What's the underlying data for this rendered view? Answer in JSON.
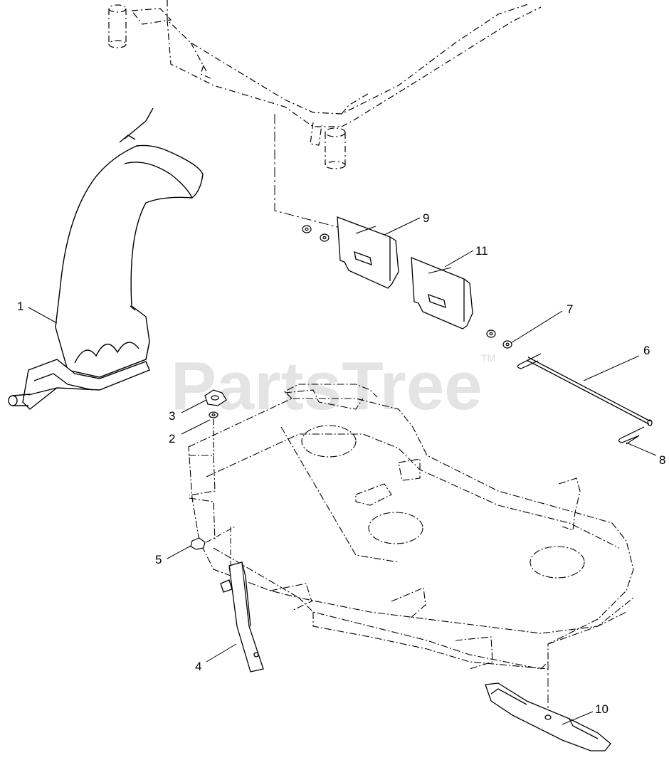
{
  "watermark": {
    "brand": "PartsTree",
    "tm": "TM"
  },
  "callouts": [
    {
      "number": "1"
    },
    {
      "number": "2"
    },
    {
      "number": "3"
    },
    {
      "number": "4"
    },
    {
      "number": "5"
    },
    {
      "number": "6"
    },
    {
      "number": "7"
    },
    {
      "number": "8"
    },
    {
      "number": "9"
    },
    {
      "number": "10"
    },
    {
      "number": "11"
    }
  ]
}
